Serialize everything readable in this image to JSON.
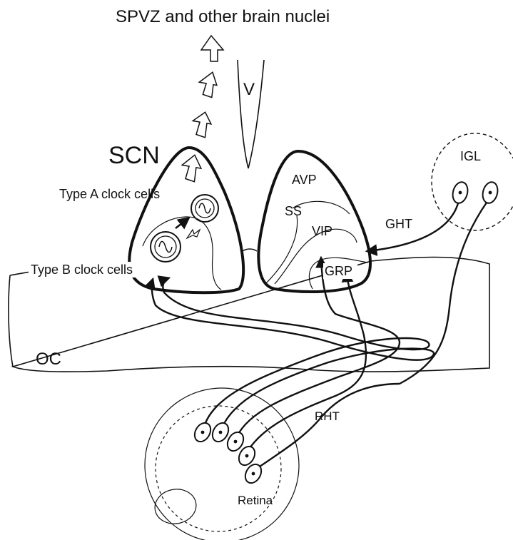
{
  "labels": {
    "title": "SPVZ and other brain nuclei",
    "v": "V",
    "scn": "SCN",
    "type_a": "Type A clock cells",
    "type_b": "Type B clock cells",
    "avp": "AVP",
    "ss": "SS",
    "vip": "VIP",
    "grp": "GRP",
    "igl": "IGL",
    "ght": "GHT",
    "oc": "OC",
    "rht": "RHT",
    "retina": "Retina"
  },
  "icons": {
    "output_arrow": "hollow-up-arrow",
    "oscillator": "sine-wave-circle",
    "neuron": "ganglion-cell-icon"
  },
  "colors": {
    "ink": "#111111",
    "background": "#ffffff"
  }
}
